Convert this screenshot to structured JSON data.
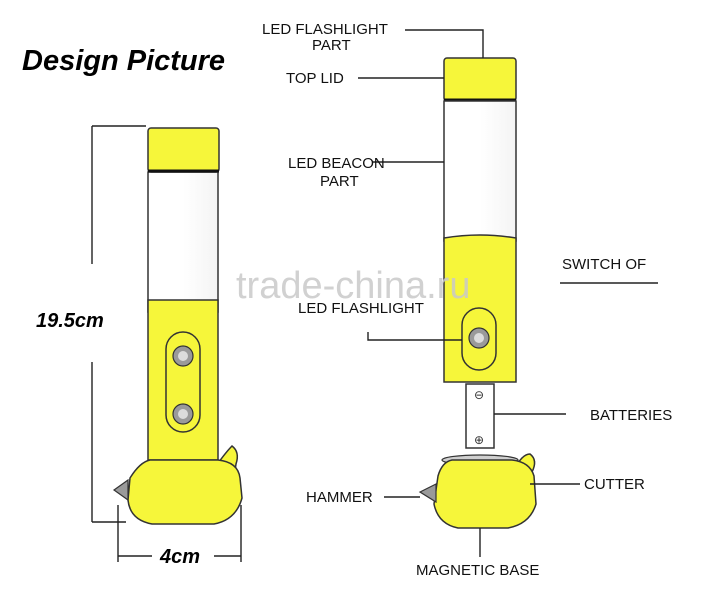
{
  "colors": {
    "body": "#f6f63a",
    "outline": "#333333",
    "watermark": "#c9c9c9"
  },
  "title": "Design Picture",
  "dimensions": {
    "height": "19.5cm",
    "width": "4cm"
  },
  "watermark": "trade-china.ru",
  "labels": {
    "led_flashlight_part": [
      "LED FLASHLIGHT",
      "PART"
    ],
    "top_lid": "TOP LID",
    "led_beacon_part": [
      "LED BEACON",
      "PART"
    ],
    "switch_off": "SWITCH OF",
    "led_flashlight": "LED FLASHLIGHT",
    "batteries": "BATTERIES",
    "cutter": "CUTTER",
    "hammer": "HAMMER",
    "magnetic_base": "MAGNETIC BASE"
  },
  "battery_terminals": {
    "negative": "⊖",
    "positive": "⊕"
  }
}
